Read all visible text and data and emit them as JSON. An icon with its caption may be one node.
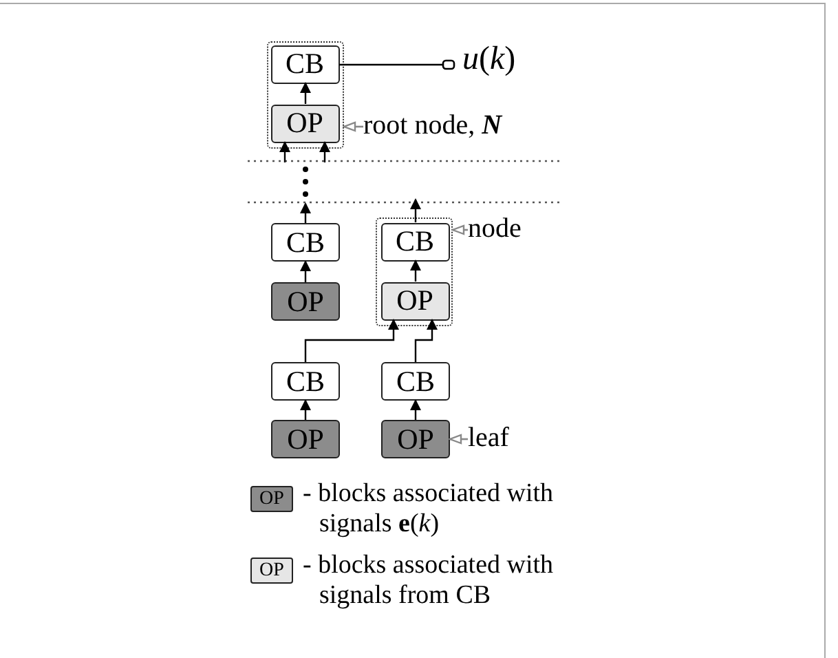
{
  "diagram": {
    "nodes": [
      {
        "text": [],
        "shape": "box"
      },
      {
        "text": [
          "CB"
        ],
        "in": 0
      },
      {
        "text": [
          "OP"
        ],
        "in": 0
      },
      {
        "text": [
          "*u*(*k*)"
        ]
      },
      {
        "text": [
          "root node, **N**"
        ]
      },
      {
        "text": [
          "CB"
        ]
      },
      {
        "text": [
          "OP"
        ]
      },
      {
        "text": [],
        "shape": "box"
      },
      {
        "text": [
          "CB"
        ],
        "in": 7
      },
      {
        "text": [
          "OP"
        ],
        "in": 7
      },
      {
        "text": [
          "node"
        ]
      },
      {
        "text": [
          "CB"
        ]
      },
      {
        "text": [
          "OP"
        ]
      },
      {
        "text": [
          "CB"
        ]
      },
      {
        "text": [
          "OP"
        ]
      },
      {
        "text": [
          "leaf"
        ]
      }
    ],
    "edges": [
      {
        "from": 2,
        "to": 1,
        "arrow": "to"
      },
      {
        "from": 1,
        "to": 3,
        "arrow": "other"
      },
      {
        "from": 4,
        "to": 0,
        "arrow": "to",
        "color": "#888888"
      },
      {
        "from": null,
        "to": 2,
        "arrow": "to"
      },
      {
        "from": null,
        "to": 2,
        "arrow": "to"
      },
      {
        "from": 5,
        "to": null,
        "arrow": "to"
      },
      {
        "from": 8,
        "to": null,
        "arrow": "to"
      },
      {
        "from": 6,
        "to": 5,
        "arrow": "to"
      },
      {
        "from": 9,
        "to": 8,
        "arrow": "to"
      },
      {
        "from": 11,
        "to": 9,
        "arrow": "to"
      },
      {
        "from": 13,
        "to": 9,
        "arrow": "to"
      },
      {
        "from": 12,
        "to": 11,
        "arrow": "to"
      },
      {
        "from": 14,
        "to": 13,
        "arrow": "to"
      },
      {
        "from": 10,
        "to": 7,
        "arrow": "to",
        "color": "#888888"
      },
      {
        "from": 15,
        "to": 14,
        "arrow": "to",
        "color": "#888888"
      }
    ],
    "labels": [
      "OP",
      "OP"
    ],
    "legend": [
      {
        "text": "- blocks associated with signals **e**(*k*)",
        "color": "#8c8c8c"
      },
      {
        "text": "- blocks associated with signals from CB",
        "color": "#e6e6e6"
      }
    ]
  }
}
